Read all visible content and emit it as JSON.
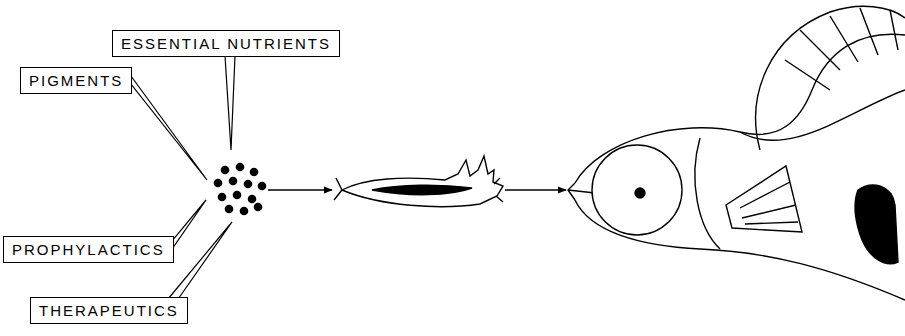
{
  "diagram": {
    "nodes": [
      {
        "text": [
          "ESSENTIAL NUTRIENTS"
        ]
      },
      {
        "text": [
          "PIGMENTS"
        ]
      },
      {
        "text": [
          "PROPHYLACTICS"
        ]
      },
      {
        "text": [
          "THERAPEUTICS"
        ]
      }
    ]
  }
}
